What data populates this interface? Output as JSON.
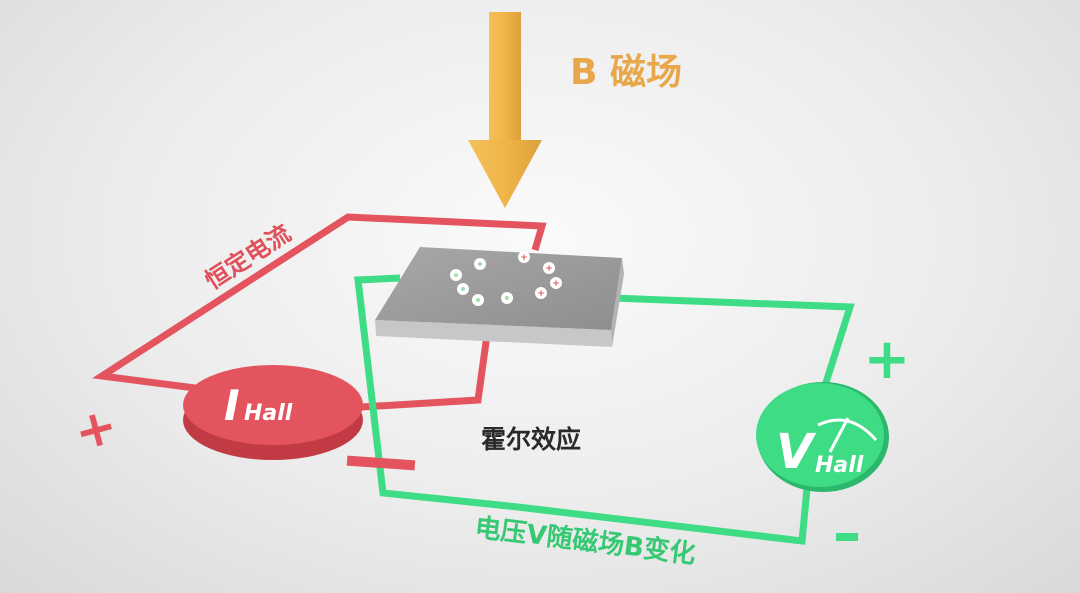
{
  "magnetic_field_label": "B 磁场",
  "constant_current_label": "恒定电流",
  "hall_effect_label": "霍尔效应",
  "voltage_change_label": "电压V随磁场B变化",
  "current_source": {
    "symbol": "I",
    "subscript": "Hall",
    "plus_sign": "+",
    "minus_sign": "−"
  },
  "voltmeter": {
    "symbol": "V",
    "subscript": "Hall",
    "plus_sign": "+",
    "minus_sign": "−"
  },
  "colors": {
    "arrow": "#efb548",
    "current_wire": "#e4545e",
    "voltage_wire": "#3ddc85",
    "plate_top": "#9b9b9b",
    "plate_side": "#c7c7c7",
    "magnetic_label": "#e8a74a",
    "current_label": "#e0505a",
    "voltage_label": "#37c874",
    "hall_label": "#2a2a2a"
  }
}
